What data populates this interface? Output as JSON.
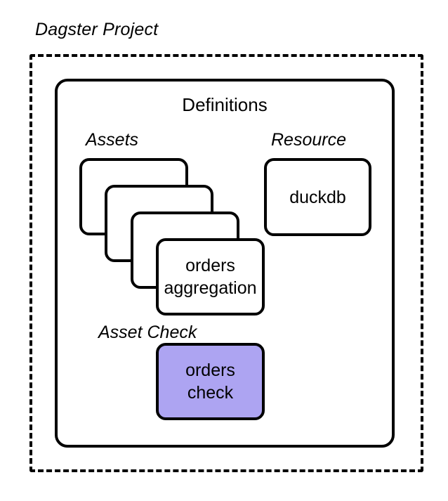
{
  "diagram": {
    "title": "Dagster Project",
    "container": {
      "label": "Definitions"
    },
    "groups": {
      "assets": {
        "label": "Assets"
      },
      "resource": {
        "label": "Resource"
      },
      "asset_check": {
        "label_line1": "Asset",
        "label_line2": "Check"
      }
    },
    "nodes": {
      "asset_card_1": {
        "label": ""
      },
      "asset_card_2": {
        "label": ""
      },
      "asset_card_3": {
        "label": ""
      },
      "asset_orders_aggregation": {
        "line1": "orders",
        "line2": "aggregation"
      },
      "resource_duckdb": {
        "label": "duckdb"
      },
      "orders_check": {
        "line1": "orders",
        "line2": "check"
      }
    },
    "colors": {
      "stroke": "#000000",
      "background": "#ffffff",
      "asset_check_fill": "#ADA4F2",
      "connector": "#3A3A4A"
    },
    "connectors": [
      {
        "from": "asset_card_1",
        "to": "resource_duckdb",
        "style": "dashed"
      },
      {
        "from": "asset_card_2",
        "to": "resource_duckdb",
        "style": "dashed"
      },
      {
        "from": "asset_card_3",
        "to": "resource_duckdb",
        "style": "dashed"
      },
      {
        "from": "asset_orders_aggregation",
        "to": "resource_duckdb",
        "style": "dashed"
      },
      {
        "from": "asset_orders_aggregation",
        "to": "orders_check",
        "style": "dashed"
      },
      {
        "from": "resource_duckdb",
        "to": "orders_check",
        "style": "dashed"
      }
    ]
  }
}
